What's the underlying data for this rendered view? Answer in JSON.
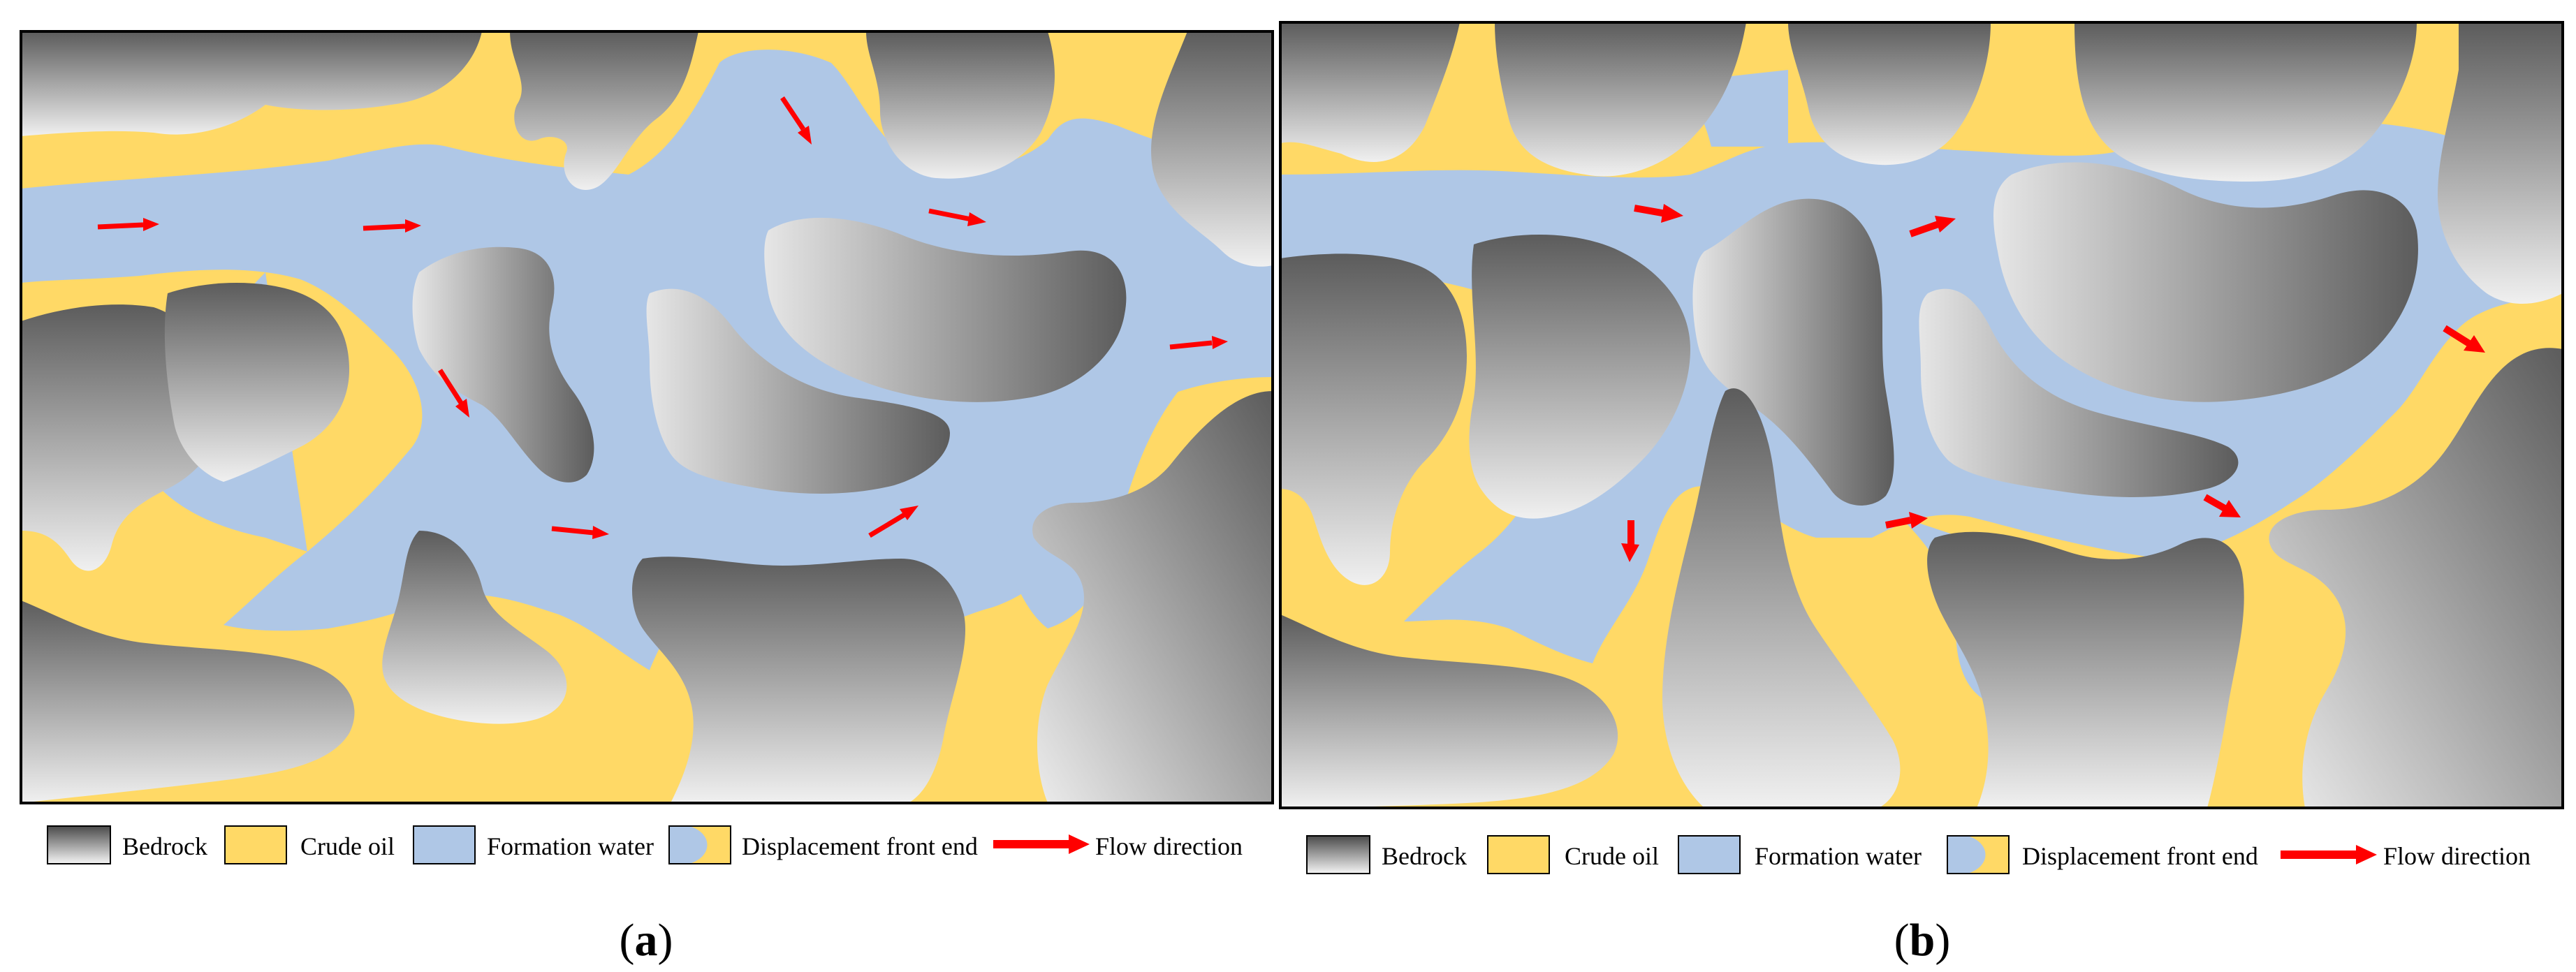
{
  "panels": [
    {
      "id": "a",
      "label_open": "(",
      "label_letter": "a",
      "label_close": ")"
    },
    {
      "id": "b",
      "label_open": "(",
      "label_letter": "b",
      "label_close": ")"
    }
  ],
  "legend": {
    "bedrock": "Bedrock",
    "crude_oil": "Crude oil",
    "formation_water": "Formation water",
    "displacement_front_end": "Displacement front end",
    "flow_direction": "Flow direction"
  },
  "colors": {
    "crude_oil": "#FFD966",
    "formation_water": "#AFC7E6",
    "bedrock_dark": "#5c5c5c",
    "bedrock_light": "#f2f2f2",
    "arrow": "#FF0000",
    "frame": "#000000"
  }
}
